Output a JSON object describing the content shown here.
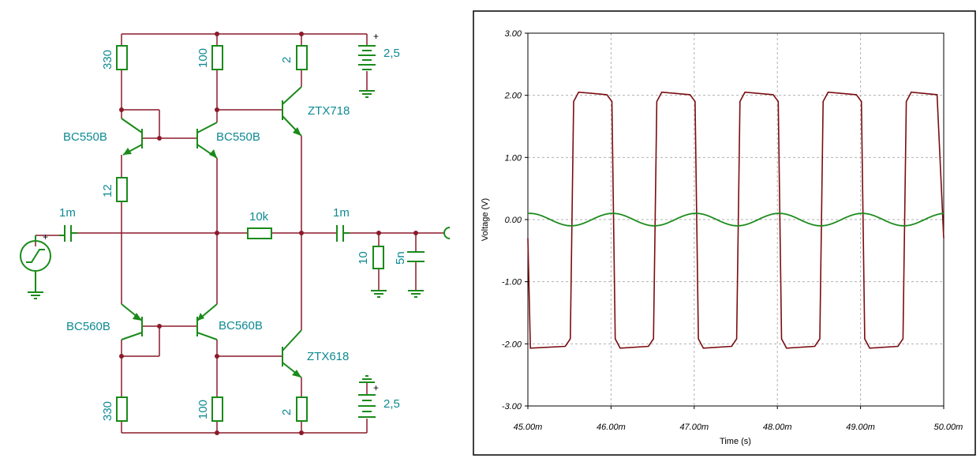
{
  "schematic": {
    "labels": {
      "r_330_top": "330",
      "r_100_top": "100",
      "r_2_top": "2",
      "battery_top": "2,5",
      "q_bc550b_left": "BC550B",
      "q_bc550b_right": "BC550B",
      "q_ztx718": "ZTX718",
      "r_12": "12",
      "c_in": "1m",
      "r_feedback": "10k",
      "c_out": "1m",
      "r_load": "10",
      "c_load": "5n",
      "q_bc560b_left": "BC560B",
      "q_bc560b_right": "BC560B",
      "q_ztx618": "ZTX618",
      "r_330_bottom": "330",
      "r_100_bottom": "100",
      "r_2_bottom": "2",
      "battery_bottom": "2,5",
      "plus_top": "+",
      "plus_bottom": "+",
      "plus_source": "+"
    },
    "colors": {
      "wire": "#8b1a2b",
      "component": "#1a8a1a",
      "text": "#0e8a93"
    }
  },
  "chart_data": {
    "type": "line",
    "title": "",
    "xlabel": "Time (s)",
    "ylabel": "Voltage (V)",
    "xlim": [
      45.0,
      50.0
    ],
    "ylim": [
      -3.0,
      3.0
    ],
    "x_ticks": [
      "45.00m",
      "46.00m",
      "47.00m",
      "48.00m",
      "49.00m",
      "50.00m"
    ],
    "y_ticks": [
      "3.00",
      "2.00",
      "1.00",
      "0.00",
      "-1.00",
      "-2.00",
      "-3.00"
    ],
    "grid": true,
    "series": [
      {
        "color": "#7a0c10",
        "shape": "square",
        "period_ms": 1.0,
        "high": 2.05,
        "low": -2.07,
        "rise_times_ms": [
          45.53,
          46.53,
          47.53,
          48.53,
          49.53
        ],
        "fall_times_ms": [
          46.03,
          47.03,
          48.03,
          49.03,
          50.03
        ]
      },
      {
        "color": "#1e8c1e",
        "shape": "sine",
        "amplitude": 0.1,
        "period_ms": 1.0,
        "peak_times_ms": [
          45.02,
          46.02,
          47.02,
          48.02,
          49.02
        ]
      }
    ],
    "colors": {
      "frame": "#000000",
      "grid": "#b0b0b0"
    }
  }
}
